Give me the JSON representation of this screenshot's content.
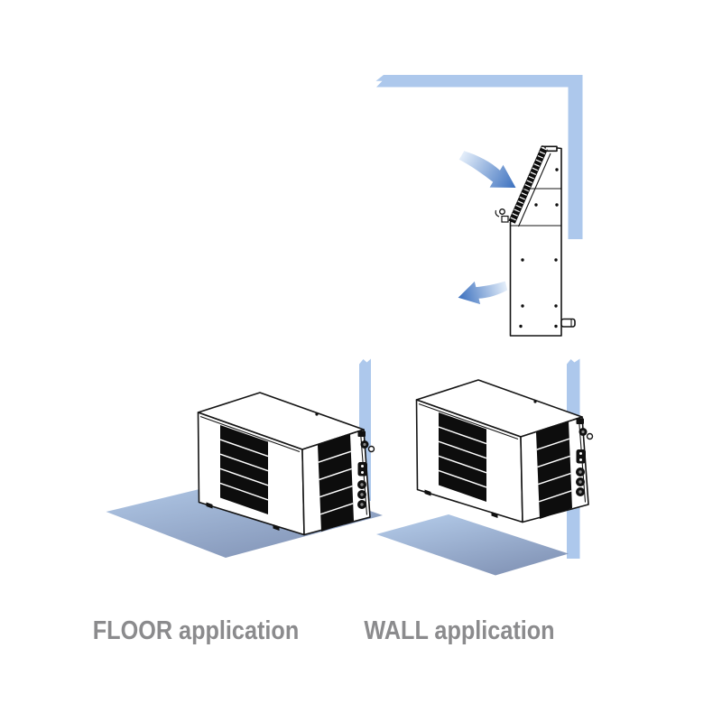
{
  "labels": {
    "floor_application": "FLOOR application",
    "wall_application": "WALL application"
  },
  "colors": {
    "background": "#ffffff",
    "wall_blue": "#adc8ec",
    "shadow_light": "#b6ceec",
    "shadow_dark": "#8496b8",
    "arrow_light": "#e4eefa",
    "arrow_dark": "#3a6fbe",
    "outline_black": "#141414",
    "louver_black": "#0d0d0d",
    "label_gray": "#8b8b8d"
  },
  "icons": {
    "airflow_in_arrow": "air intake arrow pointing into tilted grille",
    "airflow_out_arrow": "air discharge arrow pointing out of unit"
  }
}
